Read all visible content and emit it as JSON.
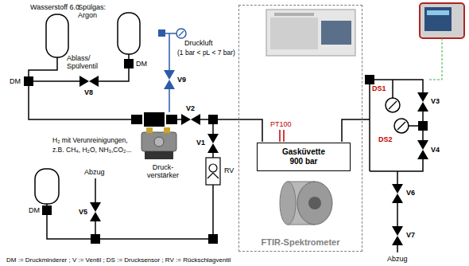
{
  "diagram": {
    "nodes": [
      {
        "text": [
          "FTIR-Spektrometer"
        ]
      },
      {
        "text": [
          "Gasküvette 900 bar"
        ],
        "in": 0
      }
    ],
    "labels": [
      "Wasserstoff 6.0",
      "Spülgas: Argon",
      "DM",
      "Ablass/ Spülventil",
      "DM",
      "V8",
      "Druckluft",
      "(1 bar < pL < 7 bar)",
      "V9",
      "V2",
      "H₂ mit Verunreinigungen,",
      "z.B. CH₄, H₂O, NH₃,CO₂...",
      "Druck- verstärker",
      "Abzug",
      "V1",
      "RV",
      "V5",
      "DM",
      "PT100",
      "DS1",
      "V3",
      "DS2",
      "V4",
      "V6",
      "V7",
      "Abzug",
      "DM := Druckminderer ; V := Ventil ; DS := Drucksensor ; RV := Rückschlagventil"
    ]
  }
}
